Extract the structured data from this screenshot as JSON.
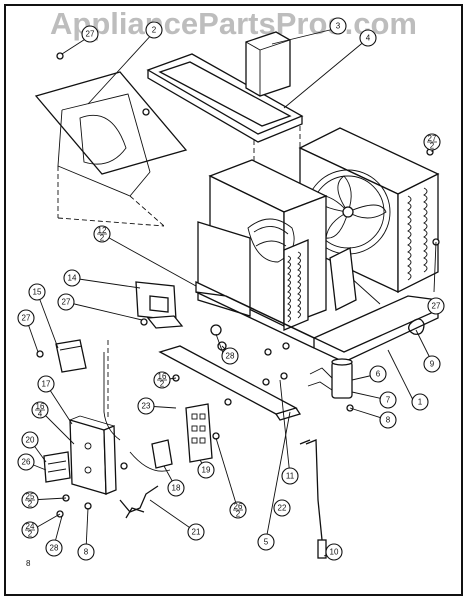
{
  "watermark": "AppliancePartsPros.com",
  "page_marker": "8",
  "callouts": [
    {
      "id": "c-1",
      "text": "1"
    },
    {
      "id": "c-2",
      "text": "2"
    },
    {
      "id": "c-3",
      "text": "3"
    },
    {
      "id": "c-4",
      "text": "4"
    },
    {
      "id": "c-5",
      "text": "5"
    },
    {
      "id": "c-6",
      "text": "6"
    },
    {
      "id": "c-7",
      "text": "7"
    },
    {
      "id": "c-8",
      "text": "8"
    },
    {
      "id": "c-9",
      "text": "9"
    },
    {
      "id": "c-10",
      "text": "10"
    },
    {
      "id": "c-11",
      "text": "11"
    },
    {
      "id": "c-12-2",
      "text": "12/2"
    },
    {
      "id": "c-14",
      "text": "14"
    },
    {
      "id": "c-15",
      "text": "15"
    },
    {
      "id": "c-16-2a",
      "text": "16/2"
    },
    {
      "id": "c-16-4",
      "text": "16/4"
    },
    {
      "id": "c-17",
      "text": "17"
    },
    {
      "id": "c-18",
      "text": "18"
    },
    {
      "id": "c-19",
      "text": "19"
    },
    {
      "id": "c-20",
      "text": "20"
    },
    {
      "id": "c-21",
      "text": "21"
    },
    {
      "id": "c-22",
      "text": "22"
    },
    {
      "id": "c-23",
      "text": "23"
    },
    {
      "id": "c-24-2",
      "text": "24/2"
    },
    {
      "id": "c-25-2",
      "text": "25/2"
    },
    {
      "id": "c-26",
      "text": "26"
    },
    {
      "id": "c-26-2",
      "text": "26/2"
    },
    {
      "id": "c-27a",
      "text": "27"
    },
    {
      "id": "c-27b",
      "text": "27"
    },
    {
      "id": "c-27c",
      "text": "27"
    },
    {
      "id": "c-27d",
      "text": "27/2"
    },
    {
      "id": "c-27e",
      "text": "27"
    },
    {
      "id": "c-28a",
      "text": "28"
    },
    {
      "id": "c-28b",
      "text": "28"
    },
    {
      "id": "c-8b",
      "text": "8"
    }
  ]
}
